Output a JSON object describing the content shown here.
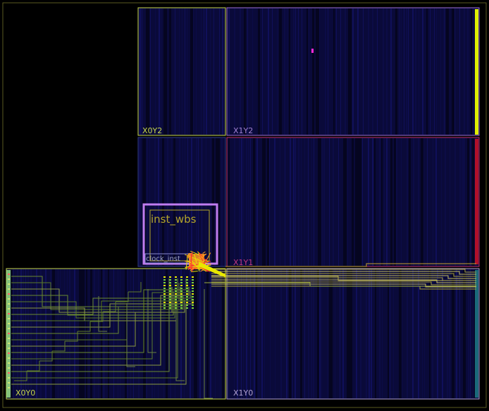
{
  "view": {
    "background": "#000000",
    "fabric_color": "#0a0a3a",
    "column_color": "#10105a",
    "column_dark": "#050520"
  },
  "clock_regions": [
    {
      "id": "X0Y2",
      "label": "X0Y2",
      "color": "#c8d84a"
    },
    {
      "id": "X1Y2",
      "label": "X1Y2",
      "color": "#9f6fd6"
    },
    {
      "id": "X0Y1",
      "label": "",
      "color": "#2f3a8a"
    },
    {
      "id": "X1Y1",
      "label": "X1Y1",
      "color": "#c0306a"
    },
    {
      "id": "X0Y0",
      "label": "X0Y0",
      "color": "#c8d84a"
    },
    {
      "id": "X1Y0",
      "label": "X1Y0",
      "color": "#b0a0d0"
    }
  ],
  "pblocks": [
    {
      "id": "inst_wbs",
      "label": "inst_wbs",
      "color": "#c07cf0",
      "text_color": "#b4a52a"
    },
    {
      "id": "clock_inst",
      "label": "clock_inst",
      "color": "#8a8ad0"
    }
  ],
  "colors": {
    "route_yellow": "#e8e800",
    "route_green": "#8fdc3a",
    "route_red": "#ff3030",
    "route_orange": "#ff9a20",
    "io_green": "#9be38a",
    "right_yellow": "#e0f000",
    "right_red": "#b0102a",
    "right_teal": "#1a6a7a",
    "marker_magenta": "#ff2ad8"
  }
}
